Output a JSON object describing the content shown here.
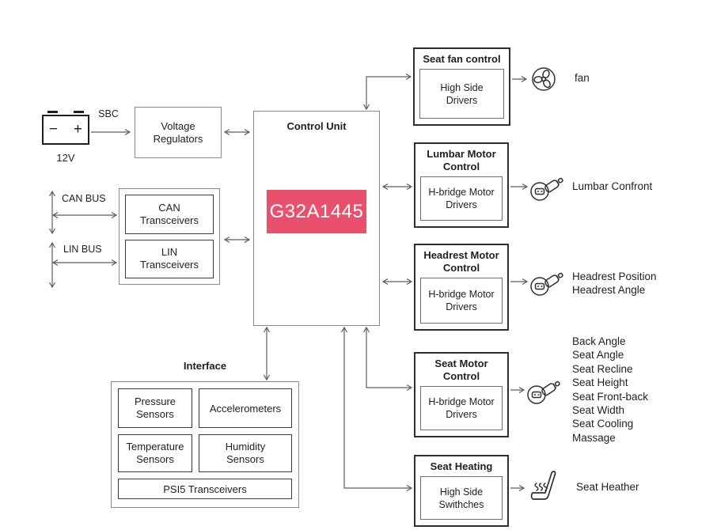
{
  "colors": {
    "chip_bg": "#e8506e",
    "wire": "#5c5c5c"
  },
  "power": {
    "sbc": "SBC",
    "twelve_v": "12V",
    "minus": "−",
    "plus": "+",
    "voltage_regulators": [
      "Voltage",
      "Regulators"
    ]
  },
  "buses": {
    "can_bus": "CAN BUS",
    "lin_bus": "LIN BUS",
    "can_trx": [
      "CAN",
      "Transceivers"
    ],
    "lin_trx": [
      "LIN",
      "Transceivers"
    ]
  },
  "control_unit": {
    "title": "Control Unit",
    "chip": "G32A1445"
  },
  "interface": {
    "title": "Interface",
    "pressure": [
      "Pressure",
      "Sensors"
    ],
    "accelerometers": "Accelerometers",
    "temperature": [
      "Temperature",
      "Sensors"
    ],
    "humidity": [
      "Humidity",
      "Sensors"
    ],
    "psi5": "PSI5 Transceivers"
  },
  "modules": [
    {
      "title": "Seat fan control",
      "inner": [
        "High Side",
        "Drivers"
      ],
      "icon": "fan-icon",
      "outputs": [
        "fan"
      ]
    },
    {
      "title": [
        "Lumbar Motor",
        "Control"
      ],
      "inner": [
        "H-bridge Motor",
        "Drivers"
      ],
      "icon": "motor-actuator-icon",
      "outputs": [
        "Lumbar Confront"
      ]
    },
    {
      "title": [
        "Headrest Motor",
        "Control"
      ],
      "inner": [
        "H-bridge Motor",
        "Drivers"
      ],
      "icon": "motor-actuator-icon",
      "outputs": [
        "Headrest Position",
        "Headrest Angle"
      ]
    },
    {
      "title": [
        "Seat Motor",
        "Control"
      ],
      "inner": [
        "H-bridge Motor",
        "Drivers"
      ],
      "icon": "motor-actuator-icon",
      "outputs": [
        "Back Angle",
        "Seat Angle",
        "Seat Recline",
        "Seat Height",
        "Seat Front-back",
        "Seat Width",
        "Seat Cooling",
        "Massage"
      ]
    },
    {
      "title": "Seat Heating",
      "inner": [
        "High Side",
        "Swithches"
      ],
      "icon": "seat-heater-icon",
      "outputs": [
        "Seat Heather"
      ]
    }
  ]
}
